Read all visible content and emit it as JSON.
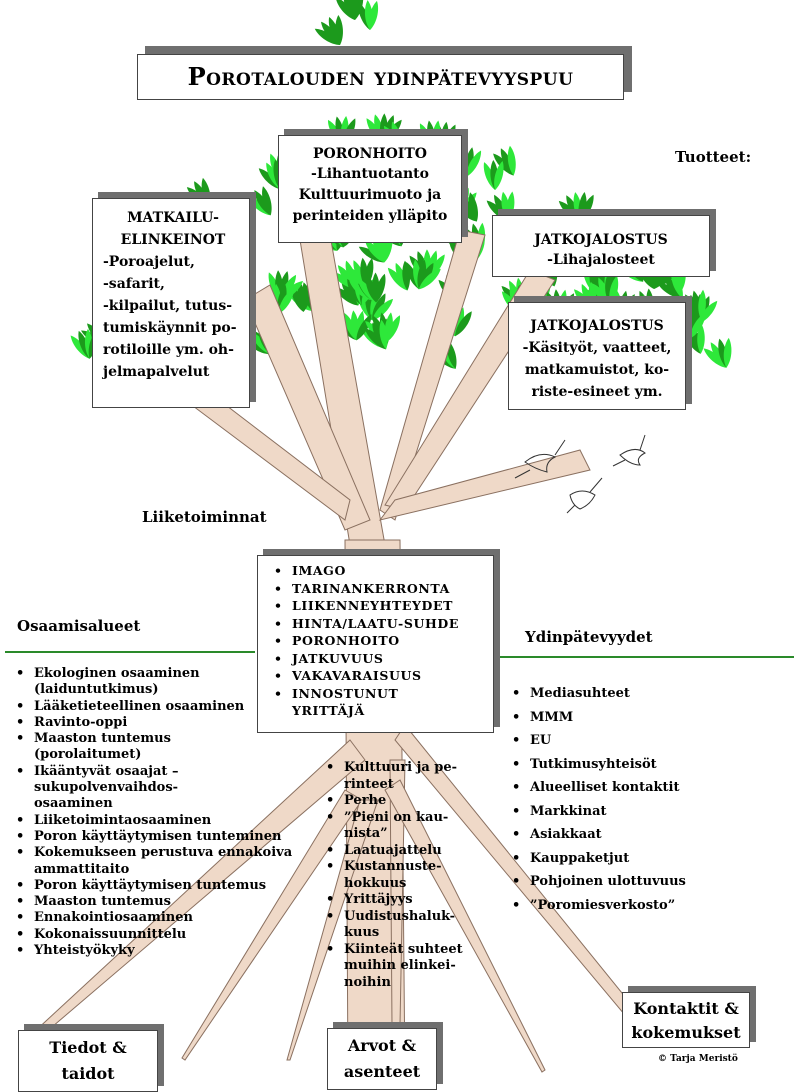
{
  "title": "PorotaLOUDEN YDINPÄTEVYYSPUU",
  "title_display": "Porotalouden ydinpätevyyspuu",
  "tuotteet_label": "Tuotteet:",
  "liiketoiminnat_label": "Liiketoiminnat",
  "osaamisalueet_label": "Osaamisalueet",
  "ydinpatevyydet_label": "Ydinpätevyydet",
  "copyright": "© Tarja Meristö",
  "colors": {
    "trunk": "#efd9c8",
    "trunk_edge": "#8a7060",
    "leaf_dark": "#1c9a1c",
    "leaf_light": "#2ee83a",
    "rule": "#2a8a2a",
    "shadow": "#6f6f6f"
  },
  "boxes": {
    "poronhoito": {
      "title": "PORONHOITO",
      "lines": "-Lihantuotanto\nKulttuurimuoto ja\nperinteiden ylläpito"
    },
    "matkailu": {
      "title": "MATKAILU-\nELINKEINOT",
      "lines": "-Poroajelut,\n-safarit,\n -kilpailut, tutus-\ntumiskäynnit po-\nrotiloille ym. oh-\njelmapalvelut"
    },
    "jatko1": {
      "title": "JATKOJALOSTUS",
      "lines": "-Lihajalosteet"
    },
    "jatko2": {
      "title": "JATKOJALOSTUS",
      "lines": "-Käsityöt, vaatteet,\nmatkamuistot, ko-\nriste-esineet ym."
    },
    "tiedot": "Tiedot &\ntaidot",
    "arvot": "Arvot &\nasenteet",
    "kontaktit": "Kontaktit &\nkokemukset"
  },
  "core_items": [
    "IMAGO",
    "TARINANKERRONTA",
    "LIIKENNEYHTEYDET",
    "HINTA/LAATU-SUHDE",
    "PORONHOITO",
    "JATKUVUUS",
    "VAKAVARAISUUS",
    "INNOSTUNUT\nYRITTÄJÄ"
  ],
  "osaamisalueet": [
    "Ekologinen osaaminen\n(laiduntutkimus)",
    "Lääketieteellinen osaaminen",
    "Ravinto-oppi",
    "Maaston tuntemus\n(porolaitumet)",
    "Ikääntyvät osaajat –\nsukupolvenvaihdos-\nosaaminen",
    "Liiketoimintaosaaminen",
    "Poron käyttäytymisen tunteminen",
    "Kokemukseen perustuva ennakoiva\nammattitaito",
    "Poron käyttäytymisen tuntemus",
    "Maaston tuntemus",
    "Ennakointiosaaminen",
    "Kokonaissuunnittelu",
    "Yhteistyökyky"
  ],
  "arvot_list": [
    "Kulttuuri ja pe-\nrinteet",
    "Perhe",
    "”Pieni on kau-\nnista”",
    "Laatuajattelu",
    "Kustannuste-\nhokkuus",
    "Yrittäjyys",
    "Uudistushaluk-\nkuus",
    "Kiinteät suhteet\nmuihin elinkei-\nnoihin"
  ],
  "ydin_list": [
    "Mediasuhteet",
    "MMM",
    "EU",
    "Tutkimusyhteisöt",
    "Alueelliset kontaktit",
    "Markkinat",
    "Asiakkaat",
    "Kauppaketjut",
    "Pohjoinen ulottuvuus",
    "”Poromiesverkosto”"
  ]
}
